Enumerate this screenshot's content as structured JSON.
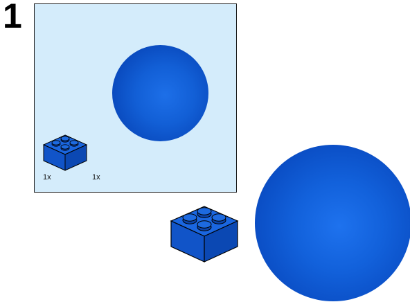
{
  "step": {
    "number": "1"
  },
  "parts_list": {
    "items": [
      {
        "name": "2x2 brick",
        "color": "#1158d3",
        "quantity": "1x"
      },
      {
        "name": "sphere",
        "color": "#125fd6",
        "quantity": "1x"
      }
    ],
    "background": "#d4ecfb"
  },
  "colors": {
    "part_blue": "#1158d3",
    "stud_dark": "#0b3ea8",
    "outline": "#000000"
  }
}
